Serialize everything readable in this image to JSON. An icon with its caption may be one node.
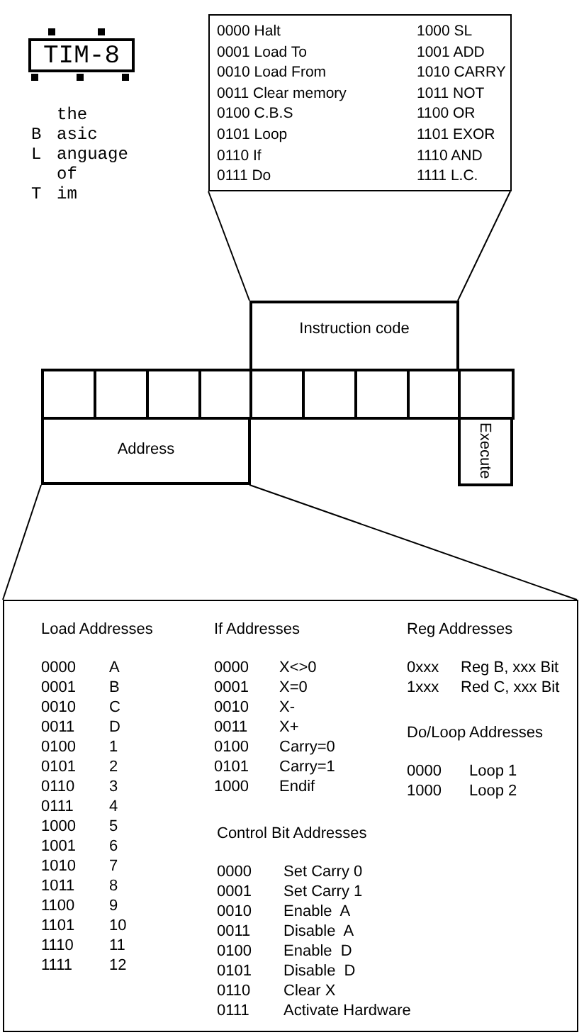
{
  "diagram": {
    "nodes": [
      {
        "text": [
          "TIM-8"
        ]
      },
      {
        "text": [
          "0000 Halt",
          "0001 Load To",
          "0010 Load From",
          "0011 Clear memory",
          "0100 C.B.S",
          "0101 Loop",
          "0110 If",
          "0111 Do",
          "1000 SL",
          "1001 ADD",
          "1010 CARRY",
          "1011 NOT",
          "1100 OR",
          "1101 EXOR",
          "1110 AND",
          "1111 L.C."
        ]
      },
      {
        "text": [
          "Instruction code"
        ]
      },
      {
        "text": [],
        "shape": "box"
      },
      {
        "text": [],
        "shape": "box"
      },
      {
        "text": [],
        "shape": "box"
      },
      {
        "text": [],
        "shape": "box"
      },
      {
        "text": [],
        "shape": "box"
      },
      {
        "text": [],
        "shape": "box"
      },
      {
        "text": [],
        "shape": "box"
      },
      {
        "text": [],
        "shape": "box"
      },
      {
        "text": [],
        "shape": "box"
      },
      {
        "text": [
          "Address"
        ]
      },
      {
        "text": [
          "Execute"
        ]
      },
      {
        "text": [
          "Load Addresses",
          "0000",
          "A",
          "0001",
          "B",
          "0010",
          "C",
          "0011",
          "D",
          "0100",
          "1",
          "0101",
          "2",
          "0110",
          "3",
          "0111",
          "4",
          "1000",
          "5",
          "1001",
          "6",
          "1010",
          "7",
          "1011",
          "8",
          "1100",
          "9",
          "1101",
          "10",
          "1110",
          "11",
          "1111",
          "12",
          "If Addresses",
          "0000",
          "X<>0",
          "0001",
          "X=0",
          "0010",
          "X-",
          "0011",
          "X+",
          "0100",
          "Carry=0",
          "0101",
          "Carry=1",
          "1000",
          "Endif",
          "Control Bit Addresses",
          "0000",
          "Set Carry 0",
          "0001",
          "Set Carry 1",
          "0010",
          "Enable  A",
          "0011",
          "Disable  A",
          "0100",
          "Enable  D",
          "0101",
          "Disable  D",
          "0110",
          "Clear X",
          "0111",
          "Activate Hardware",
          "Reg Addresses",
          "0xxx",
          "Reg B, xxx Bit",
          "1xxx",
          "Red C, xxx Bit",
          "Do/Loop Addresses",
          "0000",
          "Loop 1",
          "1000",
          "Loop 2"
        ]
      }
    ],
    "edges": [
      {
        "from": 2,
        "to": 1,
        "arrow": "none"
      },
      {
        "from": 2,
        "to": 1,
        "arrow": "none"
      },
      {
        "from": 12,
        "to": 14,
        "arrow": "none"
      },
      {
        "from": 12,
        "to": 14,
        "arrow": "none"
      }
    ],
    "labels": [
      "the",
      "B",
      "asic",
      "L",
      "anguage",
      "of",
      "T",
      "im"
    ]
  }
}
